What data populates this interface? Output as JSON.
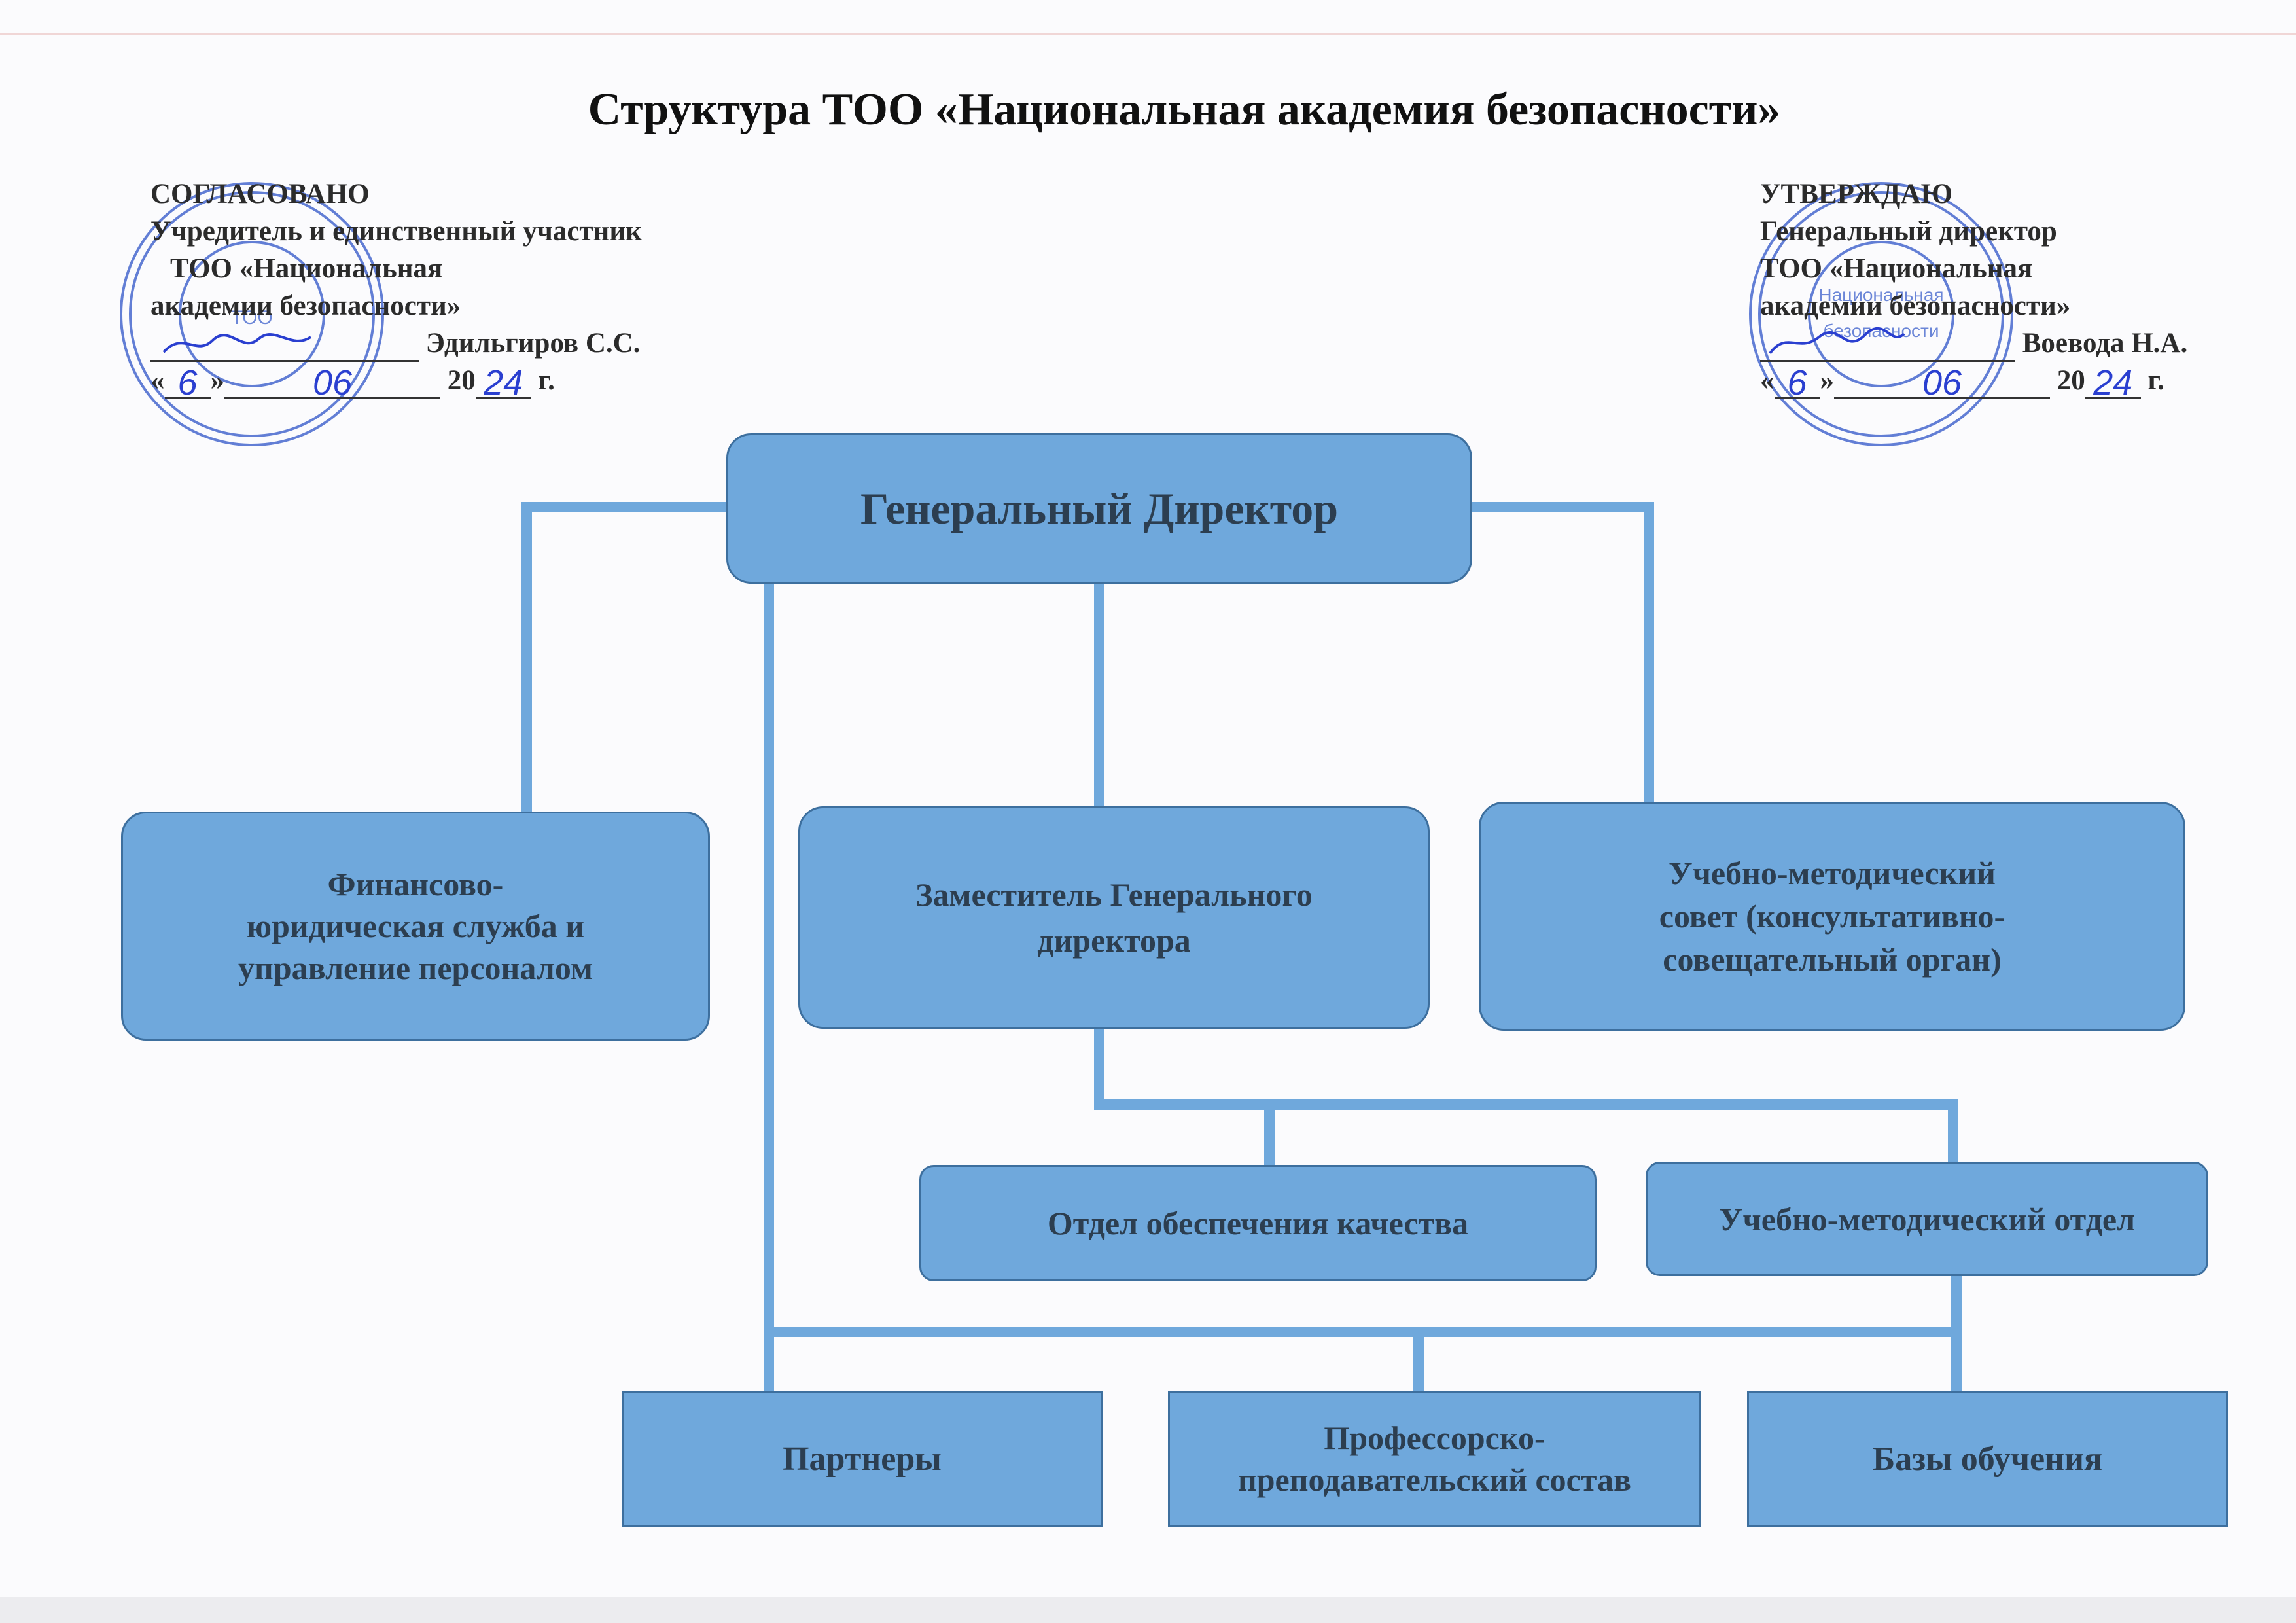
{
  "title": "Структура ТОО «Национальная академия безопасности»",
  "left_approval": {
    "heading": "СОГЛАСОВАНО",
    "line1": "Учредитель и единственный участник",
    "line2": "ТОО «Национальная",
    "line3": "академии безопасности»",
    "signer": "Эдильгиров С.С.",
    "date_open": "«",
    "date_day": "6",
    "date_close": "»",
    "date_month": "06",
    "year_prefix": "20",
    "year_suffix": "24",
    "year_unit": "г.",
    "stamp_text": "ТОО"
  },
  "right_approval": {
    "heading": "УТВЕРЖДАЮ",
    "line1": "Генеральный директор",
    "line2": "ТОО «Национальная",
    "line3": "академии безопасности»",
    "signer": "Воевода Н.А.",
    "date_open": "«",
    "date_day": "6",
    "date_close": "»",
    "date_month": "06",
    "year_prefix": "20",
    "year_suffix": "24",
    "year_unit": "г.",
    "stamp_text1": "Национальная",
    "stamp_text2": "безопасности"
  },
  "colors": {
    "box_fill": "#6fa8dc",
    "box_border": "#3d6f9e",
    "connector": "#6fa8dc",
    "stamp_ink": "#2f55c8"
  },
  "nodes": {
    "general_director": "Генеральный Директор",
    "finance_legal_hr": [
      "Финансово-",
      "юридическая служба и",
      "управление персоналом"
    ],
    "deputy_director": [
      "Заместитель Генерального",
      "директора"
    ],
    "methodical_council": [
      "Учебно-методический",
      "совет (консультативно-",
      "совещательный орган)"
    ],
    "quality_department": "Отдел обеспечения качества",
    "methodical_department": "Учебно-методический отдел",
    "partners": "Партнеры",
    "teaching_staff": [
      "Профессорско-",
      "преподавательский состав"
    ],
    "training_bases": "Базы обучения"
  }
}
